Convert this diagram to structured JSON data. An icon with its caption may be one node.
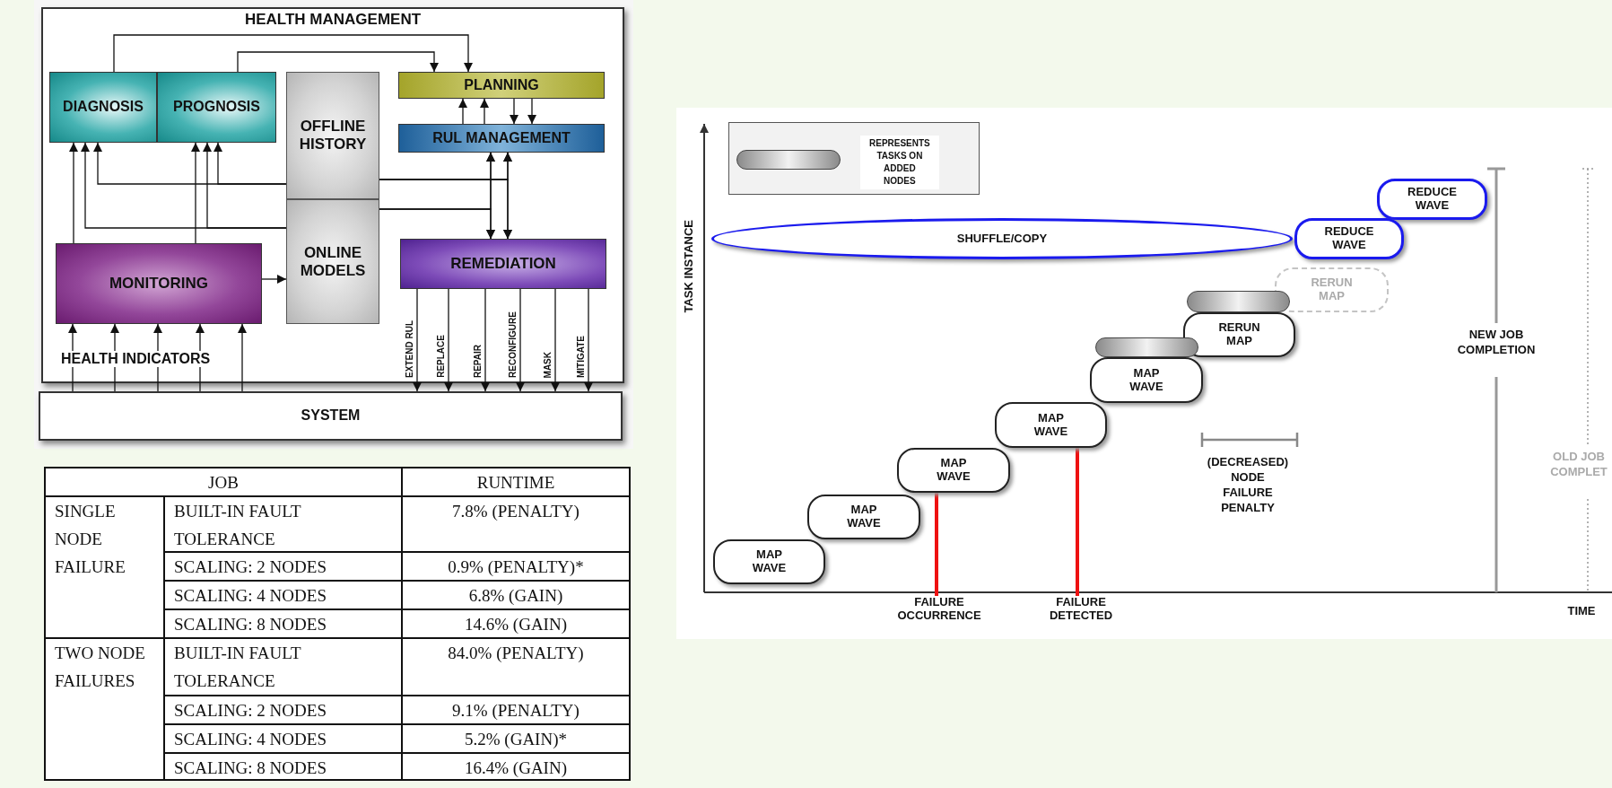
{
  "diagram": {
    "nodes": [
      {
        "text": [
          "HEALTH MANAGEMENT"
        ]
      },
      {
        "text": [
          "DIAGNOSIS"
        ],
        "in": 0
      },
      {
        "text": [
          "PROGNOSIS"
        ],
        "in": 0
      },
      {
        "text": [
          "OFFLINE HISTORY"
        ],
        "in": 0
      },
      {
        "text": [
          "PLANNING"
        ],
        "in": 0
      },
      {
        "text": [
          "RUL MANAGEMENT"
        ],
        "in": 0
      },
      {
        "text": [
          "ONLINE MODELS"
        ],
        "in": 0
      },
      {
        "text": [
          "MONITORING"
        ],
        "in": 0
      },
      {
        "text": [
          "REMEDIATION"
        ],
        "in": 0
      },
      {
        "text": [
          "SYSTEM"
        ]
      },
      {
        "text": [
          "REDUCE WAVE"
        ]
      },
      {
        "text": [
          "SHUFFLE/COPY"
        ]
      },
      {
        "text": [
          "REDUCE WAVE"
        ]
      },
      {
        "text": [
          "RERUN MAP"
        ]
      },
      {
        "text": [],
        "shape": "pill"
      },
      {
        "text": [
          "RERUN MAP"
        ]
      },
      {
        "text": [],
        "shape": "pill"
      },
      {
        "text": [
          "MAP WAVE"
        ]
      },
      {
        "text": [
          "MAP WAVE"
        ]
      },
      {
        "text": [
          "MAP WAVE"
        ]
      },
      {
        "text": [
          "MAP WAVE"
        ]
      },
      {
        "text": [
          "MAP WAVE"
        ]
      },
      {
        "text": [
          "FAILURE OCCURRENCE"
        ]
      },
      {
        "text": [
          "FAILURE DETECTED"
        ]
      }
    ],
    "edges": [
      {
        "from": 1,
        "to": 4,
        "arrow": "to"
      },
      {
        "from": 2,
        "to": 4,
        "arrow": "to"
      },
      {
        "from": 5,
        "to": 4,
        "arrow": "to"
      },
      {
        "from": 5,
        "to": 4,
        "arrow": "to"
      },
      {
        "from": 4,
        "to": 5,
        "arrow": "to"
      },
      {
        "from": 4,
        "to": 5,
        "arrow": "to"
      },
      {
        "from": 5,
        "to": 8,
        "arrow": "both"
      },
      {
        "from": 5,
        "to": 8,
        "arrow": "both"
      },
      {
        "from": 3,
        "to": 1,
        "arrow": "to"
      },
      {
        "from": 3,
        "to": 2,
        "arrow": "to"
      },
      {
        "from": 3,
        "to": 5,
        "arrow": "to"
      },
      {
        "from": 3,
        "to": 8,
        "arrow": "to"
      },
      {
        "from": 6,
        "to": 1,
        "arrow": "to"
      },
      {
        "from": 6,
        "to": 2,
        "arrow": "to"
      },
      {
        "from": 6,
        "to": 5,
        "arrow": "to"
      },
      {
        "from": 6,
        "to": 8,
        "arrow": "to"
      },
      {
        "from": 7,
        "to": 1,
        "arrow": "to"
      },
      {
        "from": 7,
        "to": 2,
        "arrow": "to"
      },
      {
        "from": 7,
        "to": 6,
        "arrow": "to"
      },
      {
        "from": 8,
        "to": 9,
        "arrow": "to",
        "label": "EXTEND RUL"
      },
      {
        "from": 8,
        "to": 9,
        "arrow": "to",
        "label": "REPLACE"
      },
      {
        "from": 8,
        "to": 9,
        "arrow": "to",
        "label": "REPAIR"
      },
      {
        "from": 8,
        "to": 9,
        "arrow": "to",
        "label": "RECONFIGURE"
      },
      {
        "from": 8,
        "to": 9,
        "arrow": "to",
        "label": "MASK"
      },
      {
        "from": 8,
        "to": 9,
        "arrow": "to",
        "label": "MITIGATE"
      },
      {
        "from": 9,
        "to": 7,
        "arrow": "to"
      },
      {
        "from": 9,
        "to": 7,
        "arrow": "to"
      },
      {
        "from": 9,
        "to": 7,
        "arrow": "to"
      },
      {
        "from": 9,
        "to": 7,
        "arrow": "to"
      },
      {
        "from": 9,
        "to": 7,
        "arrow": "to"
      },
      {
        "from": 22,
        "to": 19,
        "arrow": "none",
        "style": "thick",
        "color": "#ee1111"
      },
      {
        "from": 23,
        "to": 18,
        "arrow": "none",
        "style": "thick",
        "color": "#ee1111"
      }
    ],
    "labels": [
      "HEALTH INDICATORS",
      "JOB",
      "RUNTIME",
      "SINGLE NODE FAILURE",
      "BUILT-IN FAULT TOLERANCE",
      "7.8% (PENALTY)",
      "SCALING: 2 NODES",
      "0.9% (PENALTY)*",
      "SCALING: 4 NODES",
      "6.8% (GAIN)",
      "SCALING: 8 NODES",
      "14.6% (GAIN)",
      "TWO NODE FAILURES",
      "BUILT-IN FAULT TOLERANCE",
      "84.0% (PENALTY)",
      "SCALING: 2 NODES",
      "9.1% (PENALTY)",
      "SCALING: 4 NODES",
      "5.2% (GAIN)*",
      "SCALING: 8 NODES",
      "16.4% (GAIN)",
      "TASK INSTANCE",
      "NEW JOB COMPLETION",
      "(DECREASED) NODE FAILURE PENALTY",
      "OLD JOB COMPLET",
      "TIME"
    ],
    "legend": [
      {
        "text": "REPRESENTS TASKS ON ADDED NODES"
      }
    ]
  }
}
